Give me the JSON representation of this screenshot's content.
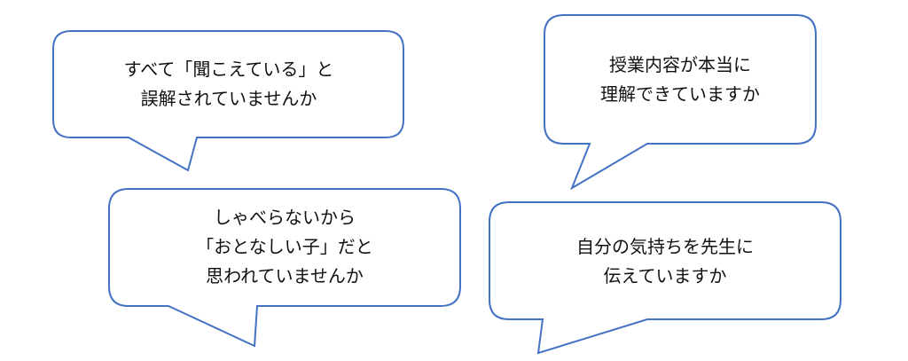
{
  "stroke_color": "#4472c4",
  "bubbles": [
    {
      "lines": [
        "すべて「聞こえている」と",
        "誤解されていませんか"
      ]
    },
    {
      "lines": [
        "授業内容が本当に",
        "理解できていますか"
      ]
    },
    {
      "lines": [
        "しゃべらないから",
        "「おとなしい子」だと",
        "思われていませんか"
      ]
    },
    {
      "lines": [
        "自分の気持ちを先生に",
        "伝えていますか"
      ]
    }
  ]
}
